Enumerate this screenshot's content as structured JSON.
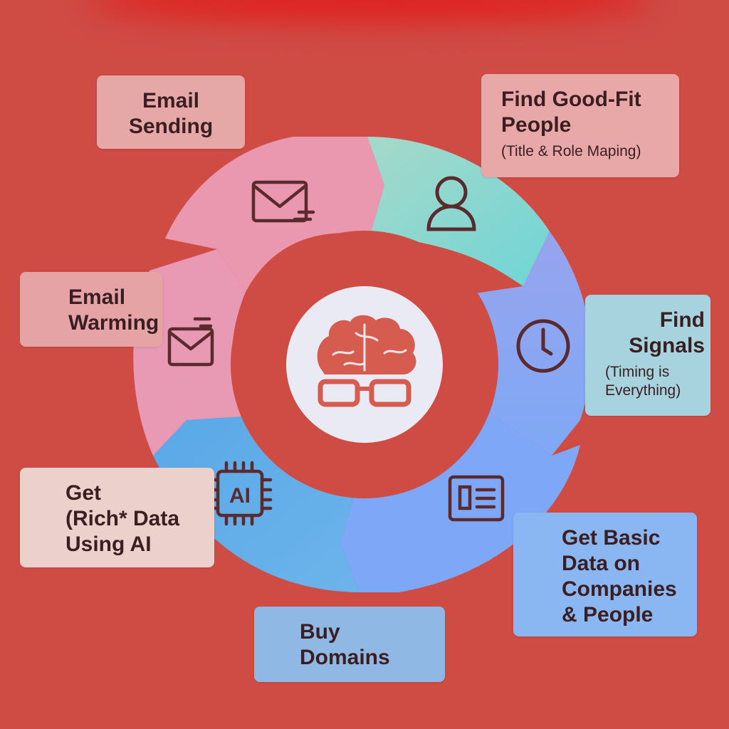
{
  "colors": {
    "background": "#cf4c45",
    "sending_segment": "#e998b0",
    "people_segment": "#86d7cf",
    "signals_segment": "#8aa8ef",
    "basic_data_segment": "#7ea8f7",
    "rich_data_segment": "#62aeea",
    "warming_segment": "#e89ab4",
    "icon_stroke": "#5b2a2e",
    "hub": "#eaeaf5",
    "brain": "#d55c4f"
  },
  "center": {
    "icon": "brain-with-glasses-icon"
  },
  "steps": {
    "email_sending": {
      "title_line1": "Email",
      "title_line2": "Sending",
      "icon": "envelope-icon"
    },
    "find_people": {
      "title_line1": "Find Good-Fit",
      "title_line2": "People",
      "subtitle": "(Title & Role Maping)",
      "icon": "person-icon"
    },
    "find_signals": {
      "title_line1": "Find",
      "title_line2": "Signals",
      "subtitle_line1": "(Timing is",
      "subtitle_line2": "Everything)",
      "icon": "clock-icon"
    },
    "basic_data": {
      "line1": "Get Basic",
      "line2": "Data on",
      "line3": "Companies",
      "line4": "& People",
      "icon": "id-card-icon"
    },
    "buy_domains": {
      "title_line1": "Buy",
      "title_line2": "Domains"
    },
    "rich_data": {
      "line1": "Get",
      "line2": "(Rich* Data",
      "line3": "Using AI",
      "icon": "ai-chip-icon",
      "chip_label": "AI"
    },
    "email_warming": {
      "title_line1": "Email",
      "title_line2": "Warming",
      "icon": "envelope-check-icon"
    }
  }
}
